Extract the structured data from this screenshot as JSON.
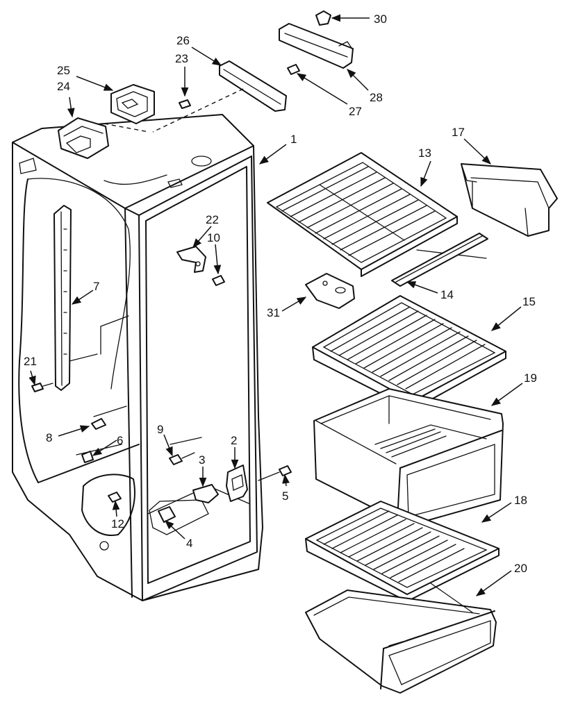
{
  "colors": {
    "line": "#111111",
    "background": "#ffffff"
  },
  "callouts": {
    "c1": "1",
    "c2": "2",
    "c3": "3",
    "c4": "4",
    "c5": "5",
    "c6": "6",
    "c7": "7",
    "c8": "8",
    "c9": "9",
    "c10": "10",
    "c12": "12",
    "c13": "13",
    "c14": "14",
    "c15": "15",
    "c17": "17",
    "c18": "18",
    "c19": "19",
    "c20": "20",
    "c21": "21",
    "c22": "22",
    "c23": "23",
    "c24": "24",
    "c25": "25",
    "c26": "26",
    "c27": "27",
    "c28": "28",
    "c30": "30",
    "c31": "31"
  }
}
